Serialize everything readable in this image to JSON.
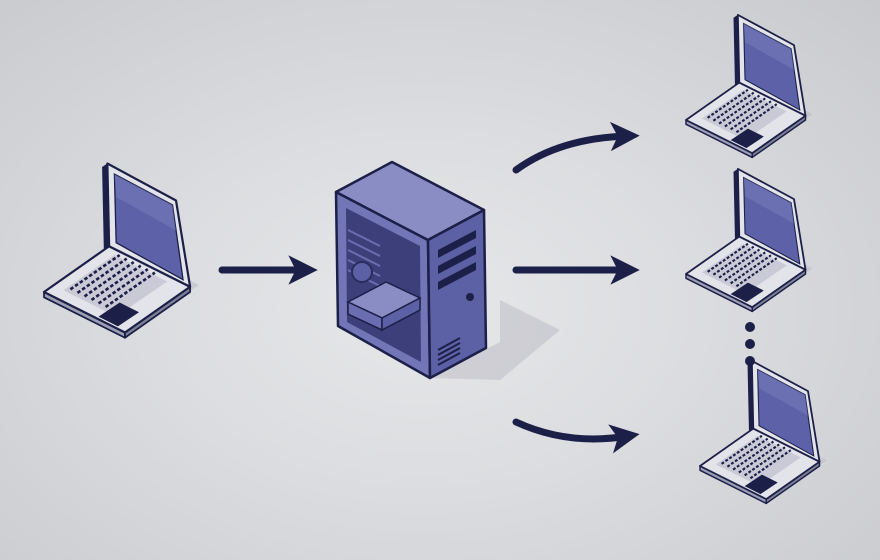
{
  "diagram": {
    "kind": "network-distribution",
    "nodes": [
      {
        "id": "source",
        "icon": "laptop-icon",
        "role": "source"
      },
      {
        "id": "server",
        "icon": "server-tower-icon",
        "role": "hub"
      },
      {
        "id": "client-1",
        "icon": "laptop-icon",
        "role": "destination"
      },
      {
        "id": "client-2",
        "icon": "laptop-icon",
        "role": "destination"
      },
      {
        "id": "client-n",
        "icon": "laptop-icon",
        "role": "destination"
      }
    ],
    "edges": [
      {
        "from": "source",
        "to": "server"
      },
      {
        "from": "server",
        "to": "client-1"
      },
      {
        "from": "server",
        "to": "client-2"
      },
      {
        "from": "server",
        "to": "client-n"
      }
    ],
    "continuation_marker": "vertical-ellipsis-icon"
  },
  "colors": {
    "background_center": "#e6e7e9",
    "background_edge": "#c9cacd",
    "arrow": "#1c1f47",
    "outline": "#1c1f47",
    "device_body": "#e3e4ea",
    "device_side": "#9c9eb4",
    "screen": "#5d62a8",
    "screen_highlight": "#7d82c0",
    "server_front": "#5c60a4",
    "server_side": "#7276b6",
    "server_top": "#8a8dc4",
    "server_interior": "#3c3f7a",
    "shadow": "#b9bac3"
  }
}
